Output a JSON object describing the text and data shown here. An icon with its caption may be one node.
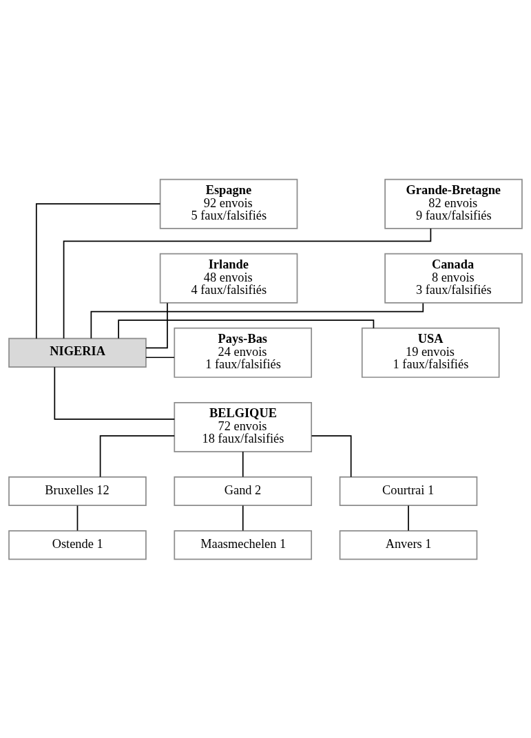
{
  "diagram": {
    "nodes": [
      {
        "text": [
          "NIGERIA"
        ]
      },
      {
        "text": [
          "Espagne",
          "92 envois 5 faux/falsifiés"
        ]
      },
      {
        "text": [
          "Grande-Bretagne",
          "82 envois 9 faux/falsifiés"
        ]
      },
      {
        "text": [
          "Irlande",
          "48 envois 4 faux/falsifiés"
        ]
      },
      {
        "text": [
          "Canada",
          "8 envois 3 faux/falsifiés"
        ]
      },
      {
        "text": [
          "Pays-Bas",
          "24 envois 1 faux/falsifiés"
        ]
      },
      {
        "text": [
          "USA",
          "19 envois 1 faux/falsifiés"
        ]
      },
      {
        "text": [
          "BELGIQUE",
          "72 envois 18 faux/falsifiés"
        ]
      },
      {
        "text": [
          "Bruxelles 12"
        ]
      },
      {
        "text": [
          "Gand 2"
        ]
      },
      {
        "text": [
          "Courtrai 1"
        ]
      },
      {
        "text": [
          "Ostende 1"
        ]
      },
      {
        "text": [
          "Maasmechelen 1"
        ]
      },
      {
        "text": [
          "Anvers 1"
        ]
      }
    ],
    "edges": [
      {
        "from": 0,
        "to": 1,
        "arrow": "none"
      },
      {
        "from": 0,
        "to": 2,
        "arrow": "none"
      },
      {
        "from": 0,
        "to": 3,
        "arrow": "none"
      },
      {
        "from": 0,
        "to": 4,
        "arrow": "none"
      },
      {
        "from": 0,
        "to": 5,
        "arrow": "none"
      },
      {
        "from": 0,
        "to": 6,
        "arrow": "none"
      },
      {
        "from": 0,
        "to": 7,
        "arrow": "none"
      },
      {
        "from": 7,
        "to": 8,
        "arrow": "none"
      },
      {
        "from": 7,
        "to": 9,
        "arrow": "none"
      },
      {
        "from": 7,
        "to": 10,
        "arrow": "none"
      },
      {
        "from": 8,
        "to": 11,
        "arrow": "none"
      },
      {
        "from": 9,
        "to": 12,
        "arrow": "none"
      },
      {
        "from": 10,
        "to": 13,
        "arrow": "none"
      }
    ]
  }
}
